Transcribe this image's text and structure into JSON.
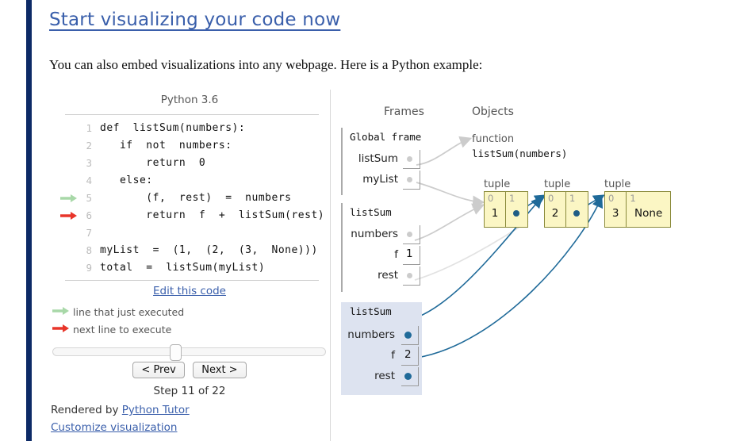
{
  "page": {
    "title": "Start visualizing your code now",
    "intro": "You can also embed visualizations into any webpage. Here is a Python example:"
  },
  "code_panel": {
    "language_label": "Python 3.6",
    "edit_link": "Edit this code",
    "lines": [
      {
        "n": "1",
        "text": "def  listSum(numbers):",
        "arrow": "none"
      },
      {
        "n": "2",
        "text": "   if  not  numbers:",
        "arrow": "none"
      },
      {
        "n": "3",
        "text": "       return  0",
        "arrow": "none"
      },
      {
        "n": "4",
        "text": "   else:",
        "arrow": "none"
      },
      {
        "n": "5",
        "text": "       (f,  rest)  =  numbers",
        "arrow": "green"
      },
      {
        "n": "6",
        "text": "       return  f  +  listSum(rest)",
        "arrow": "red"
      },
      {
        "n": "7",
        "text": "",
        "arrow": "none"
      },
      {
        "n": "8",
        "text": "myList  =  (1,  (2,  (3,  None)))",
        "arrow": "none"
      },
      {
        "n": "9",
        "text": "total  =  listSum(myList)",
        "arrow": "none"
      }
    ],
    "legend": {
      "green": "line that just executed",
      "red": "next line to execute",
      "green_color": "#a8d8a8",
      "red_color": "#e8352a"
    },
    "controls": {
      "prev_label": "< Prev",
      "next_label": "Next >",
      "step_text": "Step 11 of 22",
      "slider_position_pct": 43
    },
    "footer": {
      "rendered_by_prefix": "Rendered by ",
      "rendered_by_link": "Python Tutor",
      "customize_link": "Customize visualization"
    }
  },
  "viz": {
    "frames_header": "Frames",
    "objects_header": "Objects",
    "frames": [
      {
        "name": "Global frame",
        "active": false,
        "vars": [
          {
            "label": "listSum",
            "kind": "pointer"
          },
          {
            "label": "myList",
            "kind": "pointer"
          }
        ]
      },
      {
        "name": "listSum",
        "active": false,
        "vars": [
          {
            "label": "numbers",
            "kind": "pointer"
          },
          {
            "label": "f",
            "kind": "value",
            "value": "1"
          },
          {
            "label": "rest",
            "kind": "pointer"
          }
        ]
      },
      {
        "name": "listSum",
        "active": true,
        "vars": [
          {
            "label": "numbers",
            "kind": "pointer"
          },
          {
            "label": "f",
            "kind": "value",
            "value": "2"
          },
          {
            "label": "rest",
            "kind": "pointer"
          }
        ]
      }
    ],
    "objects": {
      "function": {
        "type_label": "function",
        "signature": "listSum(numbers)"
      },
      "tuples": [
        {
          "type_label": "tuple",
          "indices": [
            "0",
            "1"
          ],
          "values": [
            "1",
            ""
          ]
        },
        {
          "type_label": "tuple",
          "indices": [
            "0",
            "1"
          ],
          "values": [
            "2",
            ""
          ]
        },
        {
          "type_label": "tuple",
          "indices": [
            "0",
            "1"
          ],
          "values": [
            "3",
            "None"
          ]
        }
      ]
    },
    "colors": {
      "object_fill": "#fbf6c4",
      "object_border": "#8a8a3a",
      "active_frame_fill": "#dde3f0",
      "pointer_arrow": "#1f6a99",
      "stale_arrow": "#cccccc",
      "accent_link": "#3a5fab",
      "left_rule": "#0d2a66"
    }
  }
}
